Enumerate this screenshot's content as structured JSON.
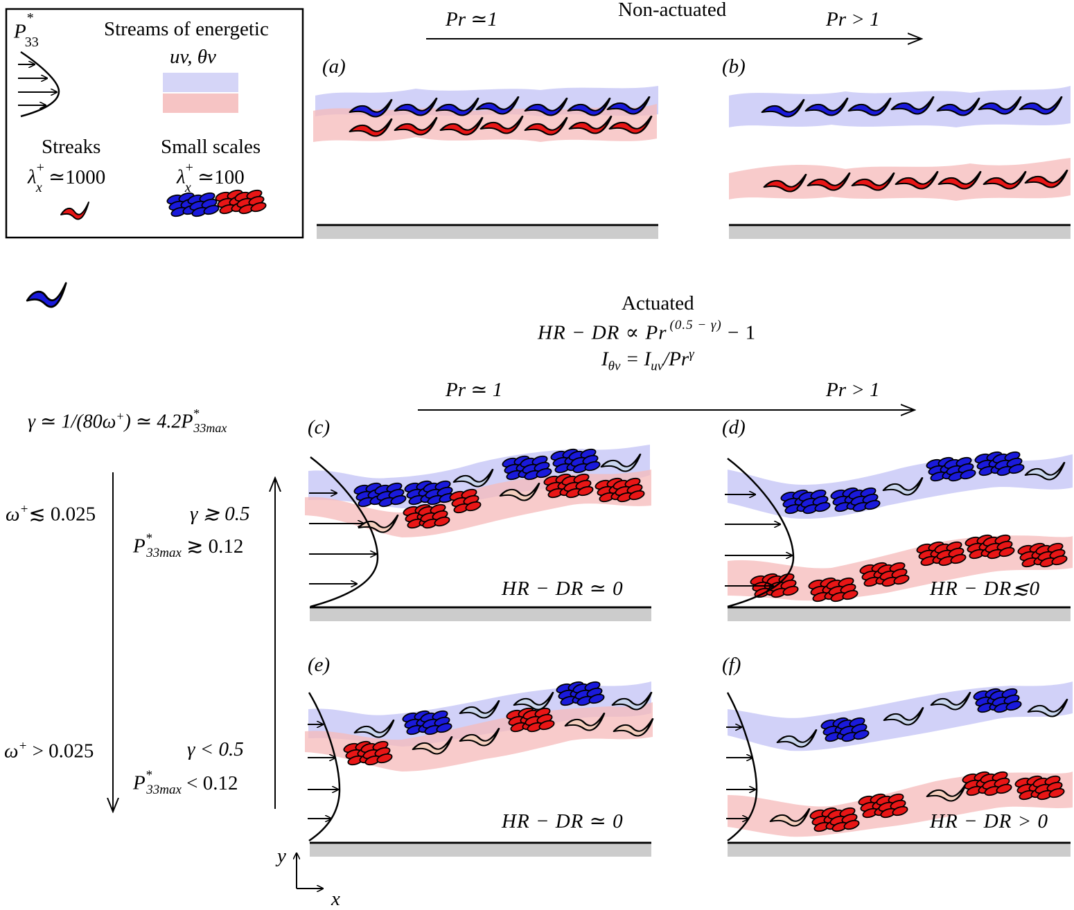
{
  "legend": {
    "p33_symbol": "P",
    "p33_sup": "*",
    "p33_sub": "33",
    "streams_title": "Streams of energetic",
    "streams_vars": "uv, θv",
    "streaks_title": "Streaks",
    "streaks_lambda": "λ",
    "streaks_lambda_sup": "+",
    "streaks_lambda_sub": "x",
    "streaks_lambda_value": " ≃1000",
    "small_title": "Small scales",
    "small_lambda": "λ",
    "small_lambda_sup": "+",
    "small_lambda_sub": "x",
    "small_lambda_value": " ≃100"
  },
  "top": {
    "heading": "Non-actuated",
    "pr_left": "Pr ≃1",
    "pr_right": "Pr > 1"
  },
  "middle": {
    "heading": "Actuated",
    "formula1": "HR − DR ∝ Pr",
    "formula1_sup": "(0.5 − γ)",
    "formula1_tail": " − 1",
    "formula2_a": "I",
    "formula2_a_sub": "θv",
    "formula2_b": " = I",
    "formula2_b_sub": "uv",
    "formula2_c": "/Pr",
    "formula2_c_sup": "γ",
    "pr_left": "Pr ≃ 1",
    "pr_right": "Pr > 1"
  },
  "left": {
    "gamma_eq": "γ ≃ 1/(80ω",
    "gamma_eq_sup": "+",
    "gamma_eq_tail": ") ≃ 4.2P",
    "gamma_eq_sup2": "*",
    "gamma_eq_sub2": "33max",
    "omega_low": "ω",
    "omega_low_sup": "+",
    "omega_low_tail": "≲ 0.025",
    "omega_high": "ω",
    "omega_high_sup": "+",
    "omega_high_tail": " > 0.025",
    "gamma_high": "γ ≳ 0.5",
    "gamma_low": "γ < 0.5",
    "p_high": "P",
    "p_high_sup": "*",
    "p_high_sub": "33max",
    "p_high_tail": " ≳ 0.12",
    "p_low": "P",
    "p_low_sup": "*",
    "p_low_sub": "33max",
    "p_low_tail": " < 0.12"
  },
  "panels": {
    "a": "(a)",
    "b": "(b)",
    "c": "(c)",
    "d": "(d)",
    "e": "(e)",
    "f": "(f)"
  },
  "hr_labels": {
    "c": "HR − DR ≃ 0",
    "d": "HR − DR≲0",
    "e": "HR − DR ≃ 0",
    "f": "HR − DR > 0"
  },
  "axes": {
    "x": "x",
    "y": "y"
  },
  "colors": {
    "blue": "#1a1adb",
    "red": "#e81616",
    "blue_band": "#c9c9f7",
    "red_band": "#f6c4c4",
    "light_blue_streak": "#c9d6ee",
    "light_red_streak": "#f5cfbe",
    "wall": "#cccccc"
  }
}
